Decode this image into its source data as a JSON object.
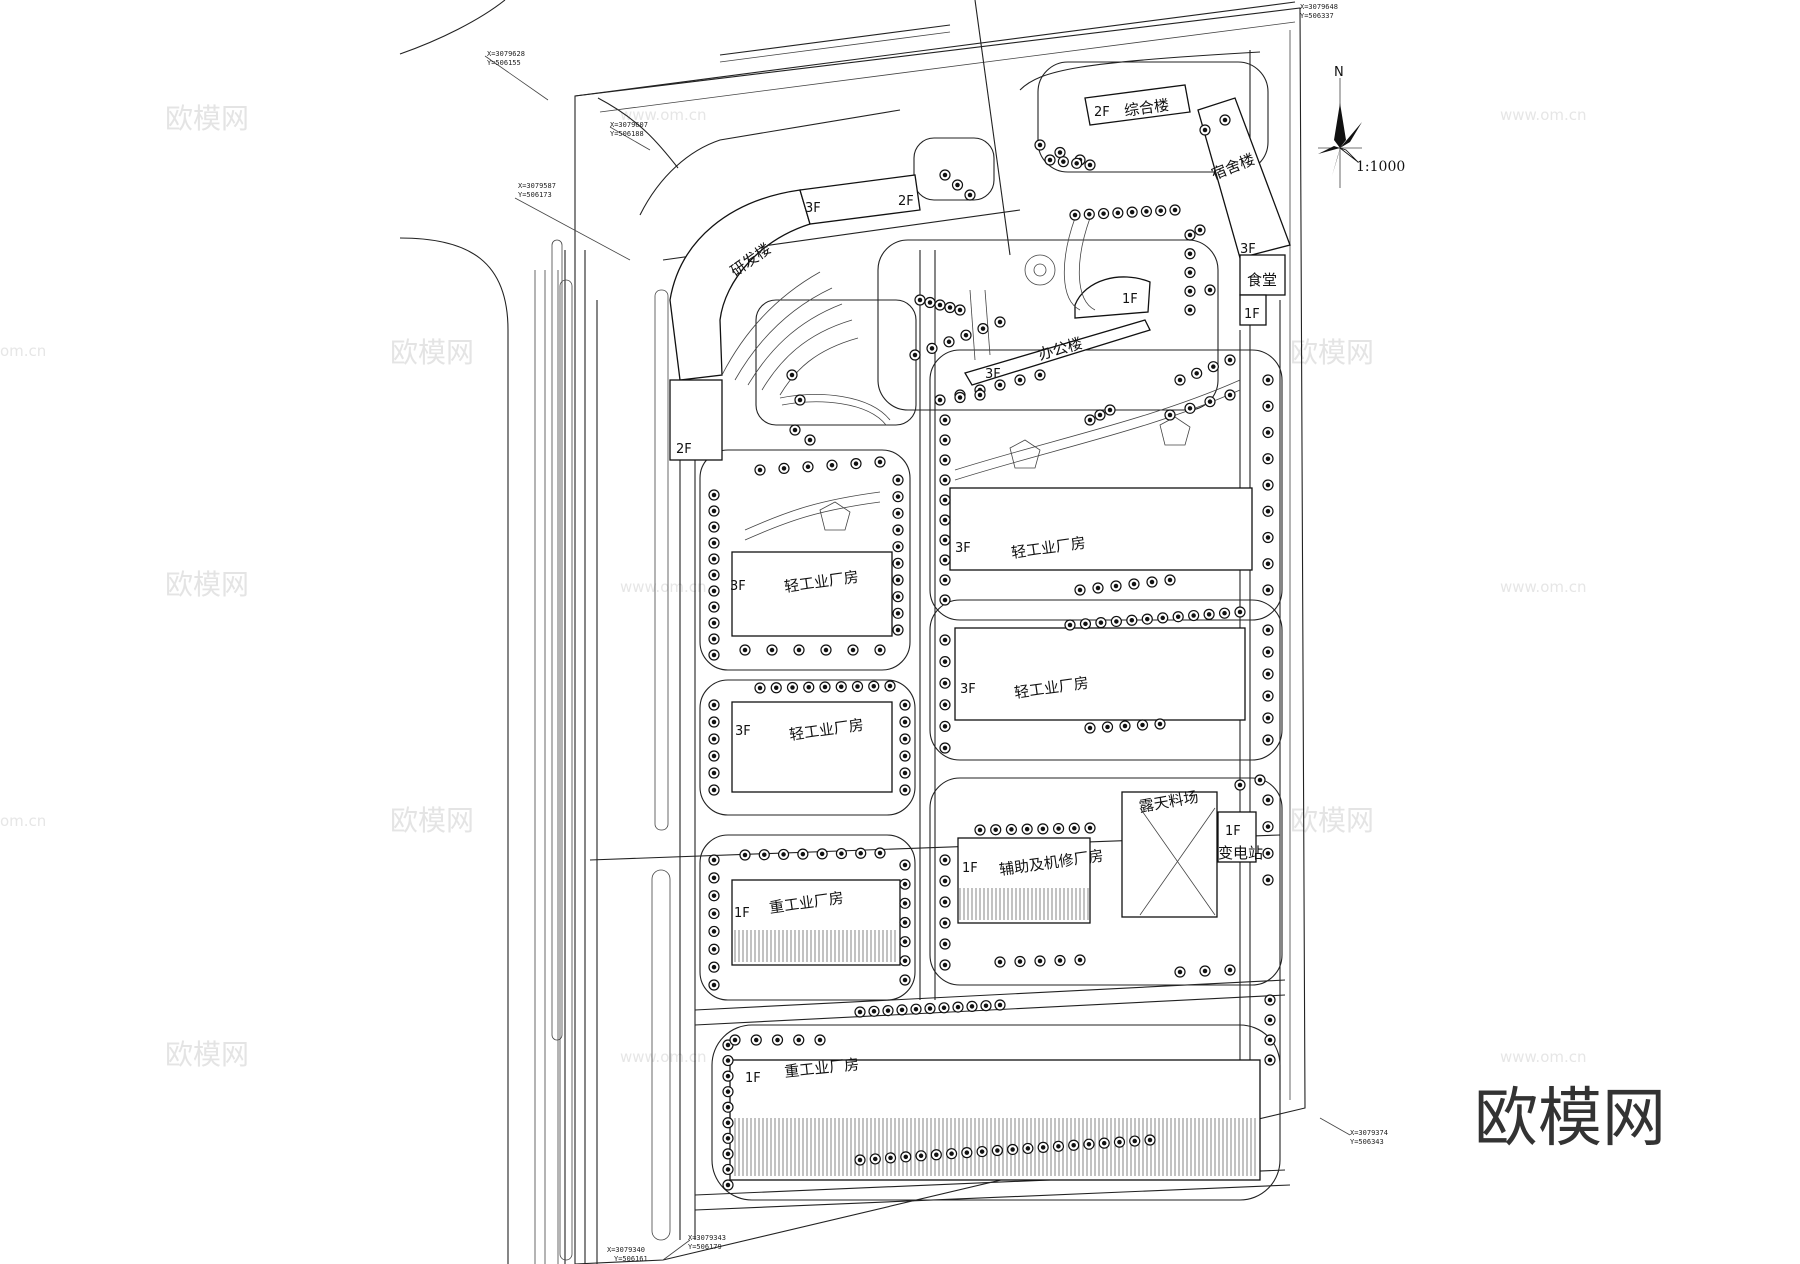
{
  "buildings": [
    {
      "id": "rnd",
      "label": "研发楼",
      "floors": "3F"
    },
    {
      "id": "rnd_wing",
      "label": "",
      "floors": "2F"
    },
    {
      "id": "rnd_south",
      "label": "",
      "floors": "2F"
    },
    {
      "id": "composite",
      "label": "综合楼",
      "floors": "2F"
    },
    {
      "id": "dorm",
      "label": "宿舍楼",
      "floors": "3F"
    },
    {
      "id": "canteen",
      "label": "食堂",
      "floors": "1F"
    },
    {
      "id": "office_hall",
      "label": "",
      "floors": "1F"
    },
    {
      "id": "office",
      "label": "办公楼",
      "floors": "3F"
    },
    {
      "id": "light1",
      "label": "轻工业厂房",
      "floors": "3F"
    },
    {
      "id": "light2",
      "label": "轻工业厂房",
      "floors": "3F"
    },
    {
      "id": "light3",
      "label": "轻工业厂房",
      "floors": "3F"
    },
    {
      "id": "light4",
      "label": "轻工业厂房",
      "floors": "3F"
    },
    {
      "id": "storage",
      "label": "露天料场",
      "floors": ""
    },
    {
      "id": "substation",
      "label": "变电站",
      "floors": "1F"
    },
    {
      "id": "repair",
      "label": "辅助及机修厂房",
      "floors": "1F"
    },
    {
      "id": "heavy1",
      "label": "重工业厂房",
      "floors": "1F"
    },
    {
      "id": "heavy2",
      "label": "重工业厂房",
      "floors": "1F"
    }
  ],
  "coordinates": [
    {
      "x": "X=3079628",
      "y": "Y=506155"
    },
    {
      "x": "X=3079607",
      "y": "Y=506188"
    },
    {
      "x": "X=3079587",
      "y": "Y=506173"
    },
    {
      "x": "X=3079648",
      "y": "Y=506337"
    },
    {
      "x": "X=3079374",
      "y": "Y=506343"
    },
    {
      "x": "X=3079343",
      "y": "Y=506179"
    },
    {
      "x": "X=3079340",
      "y": "Y=506161"
    }
  ],
  "scale": "1:1000",
  "watermark": {
    "cn": "欧模网",
    "url": "www.om.cn",
    "left_cut": "om.cn"
  },
  "brand": "欧模网"
}
